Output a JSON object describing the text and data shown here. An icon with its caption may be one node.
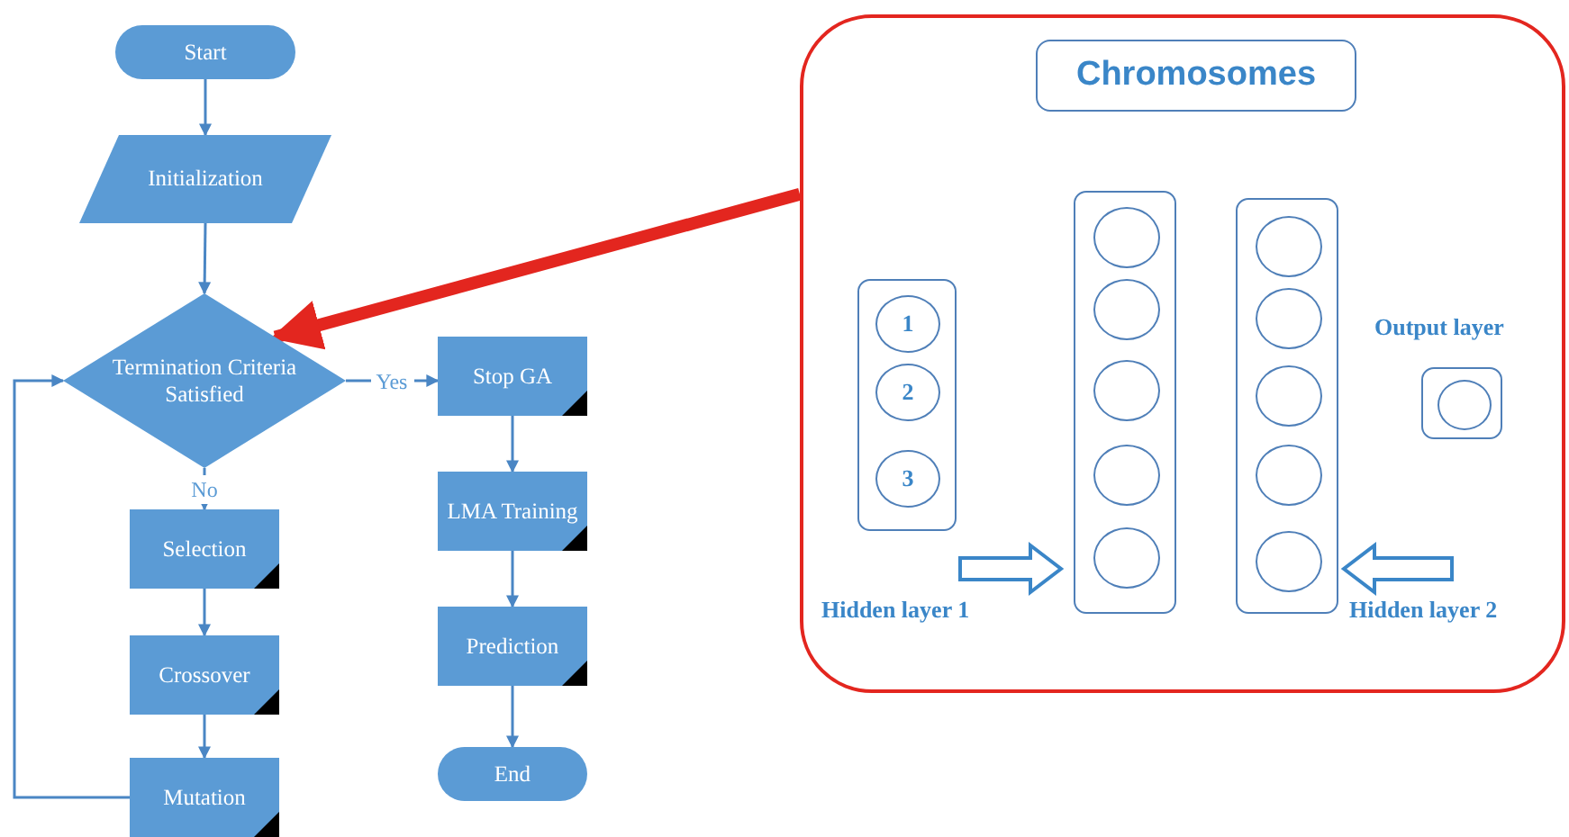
{
  "diagram": {
    "nodes": [
      {
        "text": [
          "Start"
        ]
      },
      {
        "text": [
          "Initialization"
        ]
      },
      {
        "text": [
          "Termination Criteria Satisfied"
        ]
      },
      {
        "text": [
          "Stop GA"
        ]
      },
      {
        "text": [
          "LMA Training"
        ]
      },
      {
        "text": [
          "Prediction"
        ]
      },
      {
        "text": [
          "End"
        ]
      },
      {
        "text": [
          "Selection"
        ]
      },
      {
        "text": [
          "Crossover"
        ]
      },
      {
        "text": [
          "Mutation"
        ]
      },
      {
        "text": [],
        "shape": "box"
      },
      {
        "text": [
          "Chromosomes"
        ],
        "in": 10
      },
      {
        "text": [],
        "shape": "box",
        "in": 10
      },
      {
        "text": [
          "1"
        ],
        "in": 12
      },
      {
        "text": [
          "2"
        ],
        "in": 12
      },
      {
        "text": [
          "3"
        ],
        "in": 12
      },
      {
        "text": [],
        "shape": "box",
        "in": 10
      },
      {
        "text": [],
        "shape": "circle",
        "in": 16
      },
      {
        "text": [],
        "shape": "circle",
        "in": 16
      },
      {
        "text": [],
        "shape": "circle",
        "in": 16
      },
      {
        "text": [],
        "shape": "circle",
        "in": 16
      },
      {
        "text": [],
        "shape": "circle",
        "in": 16
      },
      {
        "text": [],
        "shape": "box",
        "in": 10
      },
      {
        "text": [],
        "shape": "circle",
        "in": 22
      },
      {
        "text": [],
        "shape": "circle",
        "in": 22
      },
      {
        "text": [],
        "shape": "circle",
        "in": 22
      },
      {
        "text": [],
        "shape": "circle",
        "in": 22
      },
      {
        "text": [],
        "shape": "circle",
        "in": 22
      },
      {
        "text": [],
        "shape": "box",
        "in": 10
      },
      {
        "text": [],
        "shape": "circle",
        "in": 28
      }
    ],
    "edges": [
      {
        "from": 0,
        "to": 1,
        "arrow": "to"
      },
      {
        "from": 1,
        "to": 2,
        "arrow": "to"
      },
      {
        "from": 2,
        "to": 3,
        "arrow": "to",
        "label": "Yes"
      },
      {
        "from": 3,
        "to": 4,
        "arrow": "to"
      },
      {
        "from": 4,
        "to": 5,
        "arrow": "to"
      },
      {
        "from": 5,
        "to": 6,
        "arrow": "to"
      },
      {
        "from": 2,
        "to": 7,
        "arrow": "to",
        "label": "No"
      },
      {
        "from": 7,
        "to": 8,
        "arrow": "to"
      },
      {
        "from": 8,
        "to": 9,
        "arrow": "to"
      },
      {
        "from": 9,
        "to": 2,
        "arrow": "to"
      },
      {
        "from": 10,
        "to": 2,
        "arrow": "to",
        "style": "thick",
        "color": "#e3261f"
      }
    ],
    "labels": [
      "Output layer",
      "Hidden layer 1",
      "Hidden layer 2"
    ]
  }
}
